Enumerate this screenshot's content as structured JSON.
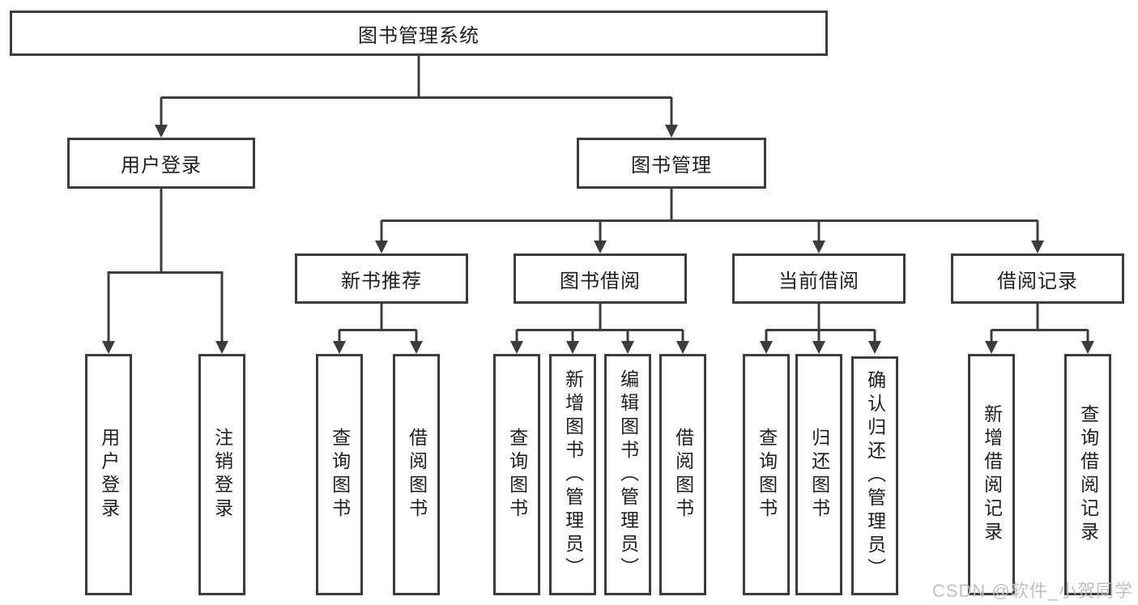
{
  "tree": {
    "label": "图书管理系统",
    "children": [
      {
        "label": "用户登录",
        "children": [
          {
            "label": "用户登录"
          },
          {
            "label": "注销登录"
          }
        ]
      },
      {
        "label": "图书管理",
        "children": [
          {
            "label": "新书推荐",
            "children": [
              {
                "label": "查询图书"
              },
              {
                "label": "借阅图书"
              }
            ]
          },
          {
            "label": "图书借阅",
            "children": [
              {
                "label": "查询图书"
              },
              {
                "label": "新增图书（管理员）"
              },
              {
                "label": "编辑图书（管理员）"
              },
              {
                "label": "借阅图书"
              }
            ]
          },
          {
            "label": "当前借阅",
            "children": [
              {
                "label": "查询图书"
              },
              {
                "label": "归还图书"
              },
              {
                "label": "确认归还（管理员）"
              }
            ]
          },
          {
            "label": "借阅记录",
            "children": [
              {
                "label": "新增借阅记录"
              },
              {
                "label": "查询借阅记录"
              }
            ]
          }
        ]
      }
    ]
  },
  "watermark": "CSDN @软件_小贺同学",
  "colors": {
    "line": "#3c3c3c",
    "text": "#1f1f1f",
    "watermark": "#bdbdbd",
    "background": "#ffffff"
  }
}
